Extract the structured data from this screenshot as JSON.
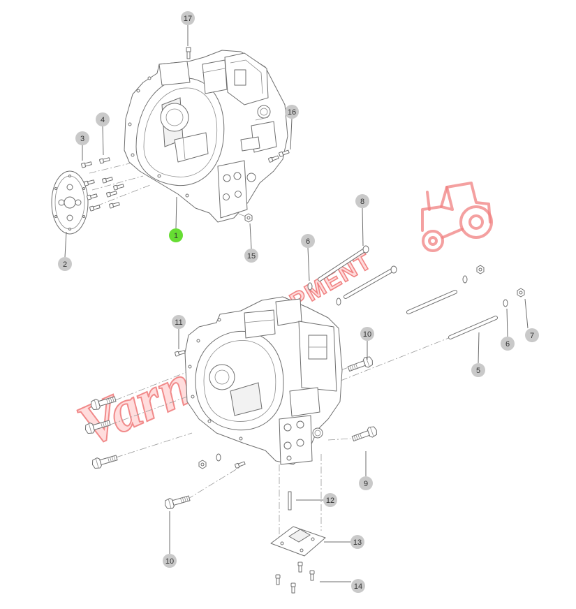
{
  "diagram": {
    "callouts": [
      {
        "label": "17",
        "highlighted": false
      },
      {
        "label": "16",
        "highlighted": false
      },
      {
        "label": "4",
        "highlighted": false
      },
      {
        "label": "3",
        "highlighted": false
      },
      {
        "label": "2",
        "highlighted": false
      },
      {
        "label": "1",
        "highlighted": true
      },
      {
        "label": "15",
        "highlighted": false
      },
      {
        "label": "8",
        "highlighted": false
      },
      {
        "label": "6",
        "highlighted": false
      },
      {
        "label": "11",
        "highlighted": false
      },
      {
        "label": "10",
        "highlighted": false
      },
      {
        "label": "7",
        "highlighted": false
      },
      {
        "label": "6",
        "highlighted": false
      },
      {
        "label": "5",
        "highlighted": false
      },
      {
        "label": "9",
        "highlighted": false
      },
      {
        "label": "12",
        "highlighted": false
      },
      {
        "label": "13",
        "highlighted": false
      },
      {
        "label": "10",
        "highlighted": false
      },
      {
        "label": "14",
        "highlighted": false
      }
    ],
    "colors": {
      "callout_fill": "#c9c9c9",
      "highlight_fill": "#66dd33",
      "line": "#6e6e6e",
      "watermark": "#ee6e6e"
    }
  },
  "watermark": {
    "brand": "Varner",
    "tagline": "EQUIPMENT",
    "icon": "tractor-icon"
  }
}
